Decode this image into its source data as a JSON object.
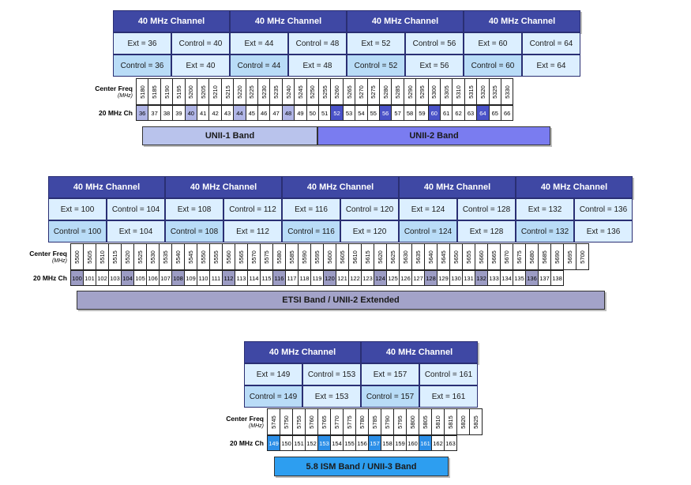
{
  "labels": {
    "center_freq": "Center Freq",
    "mhz": "(MHz)",
    "ch20": "20 MHz Ch"
  },
  "colors": {
    "header": "#3f48a4",
    "light": "#dcefff",
    "mid": "#b9dcf7",
    "hl_unii1": "#b0b5e6",
    "hl_unii2": "#4a52c8",
    "hl_etsi": "#9c9cc4",
    "hl_ism": "#2c8fe8"
  },
  "sections": [
    {
      "id": "unii1-unii2",
      "headers": [
        "40 MHz Channel",
        "40 MHz Channel",
        "40 MHz Channel",
        "40 MHz Channel"
      ],
      "ext_row": [
        "Ext = 36",
        "Control = 40",
        "Ext = 44",
        "Control = 48",
        "Ext = 52",
        "Control = 56",
        "Ext = 60",
        "Control = 64"
      ],
      "control_row": [
        "Control = 36",
        "Ext = 40",
        "Control = 44",
        "Ext = 48",
        "Control = 52",
        "Ext = 56",
        "Control = 60",
        "Ext = 64"
      ],
      "frequencies": [
        "5180",
        "5185",
        "5190",
        "5195",
        "5200",
        "5205",
        "5210",
        "5215",
        "5220",
        "5225",
        "5230",
        "5235",
        "5240",
        "5245",
        "5250",
        "5255",
        "5260",
        "5265",
        "5270",
        "5275",
        "5280",
        "5285",
        "5290",
        "5295",
        "5300",
        "5305",
        "5310",
        "5315",
        "5320",
        "5325",
        "5330"
      ],
      "channels": [
        "36",
        "37",
        "38",
        "39",
        "40",
        "41",
        "42",
        "43",
        "44",
        "45",
        "46",
        "47",
        "48",
        "49",
        "50",
        "51",
        "52",
        "53",
        "54",
        "55",
        "56",
        "57",
        "58",
        "59",
        "60",
        "61",
        "62",
        "63",
        "64",
        "65",
        "66"
      ],
      "highlight_channels": [
        "36",
        "40",
        "44",
        "48",
        "52",
        "56",
        "60",
        "64"
      ],
      "bands": [
        {
          "label": "UNII-1 Band",
          "color": "#b9c3ec"
        },
        {
          "label": "UNII-2 Band",
          "color": "#7a7cf0"
        }
      ]
    },
    {
      "id": "etsi",
      "headers": [
        "40 MHz Channel",
        "40 MHz Channel",
        "40 MHz Channel",
        "40 MHz Channel",
        "40 MHz Channel"
      ],
      "ext_row": [
        "Ext = 100",
        "Control = 104",
        "Ext = 108",
        "Control = 112",
        "Ext = 116",
        "Control = 120",
        "Ext = 124",
        "Control = 128",
        "Ext = 132",
        "Control = 136"
      ],
      "control_row": [
        "Control = 100",
        "Ext = 104",
        "Control = 108",
        "Ext = 112",
        "Control = 116",
        "Ext = 120",
        "Control = 124",
        "Ext = 128",
        "Control = 132",
        "Ext = 136"
      ],
      "frequencies": [
        "5500",
        "5505",
        "5510",
        "5515",
        "5520",
        "5525",
        "5530",
        "5535",
        "5540",
        "5545",
        "5550",
        "5555",
        "5560",
        "5565",
        "5570",
        "5575",
        "5580",
        "5585",
        "5590",
        "5595",
        "5600",
        "5605",
        "5610",
        "5615",
        "5620",
        "5625",
        "5630",
        "5635",
        "5640",
        "5645",
        "5650",
        "5655",
        "5660",
        "5665",
        "5670",
        "5675",
        "5680",
        "5685",
        "5690",
        "5695",
        "5700"
      ],
      "channels": [
        "100",
        "101",
        "102",
        "103",
        "104",
        "105",
        "106",
        "107",
        "108",
        "109",
        "110",
        "111",
        "112",
        "113",
        "114",
        "115",
        "116",
        "117",
        "118",
        "119",
        "120",
        "121",
        "122",
        "123",
        "124",
        "125",
        "126",
        "127",
        "128",
        "129",
        "130",
        "131",
        "132",
        "133",
        "134",
        "135",
        "136",
        "137",
        "138"
      ],
      "highlight_channels": [
        "100",
        "104",
        "108",
        "112",
        "116",
        "120",
        "124",
        "128",
        "132",
        "136"
      ],
      "bands": [
        {
          "label": "ETSI Band / UNII-2 Extended",
          "color": "#a3a3c9"
        }
      ]
    },
    {
      "id": "ism",
      "headers": [
        "40 MHz Channel",
        "40 MHz Channel"
      ],
      "ext_row": [
        "Ext = 149",
        "Control = 153",
        "Ext = 157",
        "Control = 161"
      ],
      "control_row": [
        "Control = 149",
        "Ext = 153",
        "Control = 157",
        "Ext = 161"
      ],
      "frequencies": [
        "5745",
        "5750",
        "5755",
        "5760",
        "5765",
        "5770",
        "5775",
        "5780",
        "5785",
        "5790",
        "5795",
        "5800",
        "5805",
        "5810",
        "5815",
        "5820",
        "5825"
      ],
      "channels": [
        "149",
        "150",
        "151",
        "152",
        "153",
        "154",
        "155",
        "156",
        "157",
        "158",
        "159",
        "160",
        "161",
        "162",
        "163"
      ],
      "highlight_channels": [
        "149",
        "153",
        "157",
        "161"
      ],
      "bands": [
        {
          "label": "5.8 ISM Band / UNII-3 Band",
          "color": "#2d9ef0"
        }
      ]
    }
  ]
}
